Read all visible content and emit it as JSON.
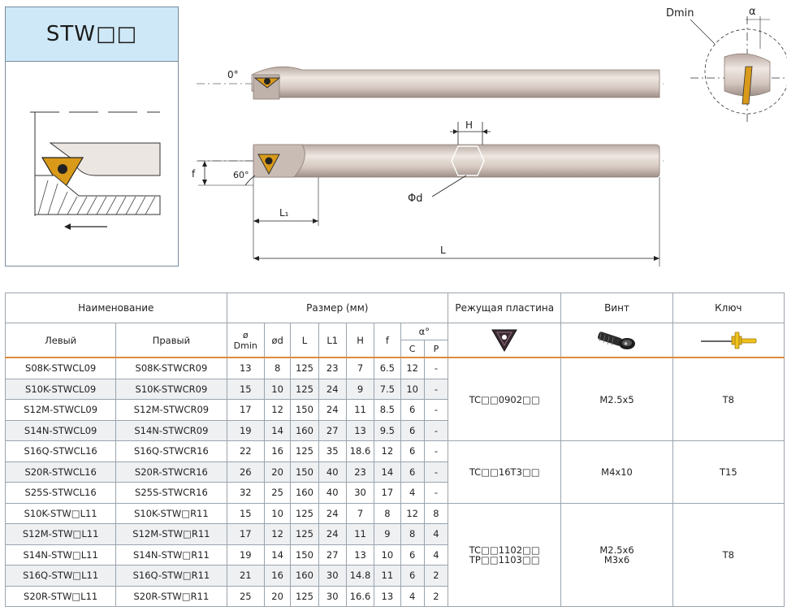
{
  "series": {
    "title": "STW□□"
  },
  "drawing_labels": {
    "angle_0": "0°",
    "angle_60": "60°",
    "dim_f": "f",
    "dim_l1": "L₁",
    "dim_l": "L",
    "dim_h": "H",
    "dim_d": "Φd",
    "dim_dmin": "Dmin",
    "dim_alpha": "α"
  },
  "table": {
    "headers": {
      "name": "Наименование",
      "size": "Размер (мм)",
      "insert": "Режущая пластина",
      "screw": "Винт",
      "key": "Ключ",
      "left": "Левый",
      "right": "Правый",
      "dmin_top": "ø",
      "dmin_bottom": "Dmin",
      "od": "ød",
      "L": "L",
      "L1": "L1",
      "H": "H",
      "f": "f",
      "alpha": "α°",
      "C": "C",
      "P": "P"
    },
    "groups": [
      {
        "insert": "TC□□0902□□",
        "screw": "M2.5x5",
        "key": "T8",
        "rows": [
          {
            "left": "S08K-STWCL09",
            "right": "S08K-STWCR09",
            "dmin": "13",
            "d": "8",
            "L": "125",
            "L1": "23",
            "H": "7",
            "f": "6.5",
            "C": "12",
            "P": "-"
          },
          {
            "left": "S10K-STWCL09",
            "right": "S10K-STWCR09",
            "dmin": "15",
            "d": "10",
            "L": "125",
            "L1": "24",
            "H": "9",
            "f": "7.5",
            "C": "10",
            "P": "-"
          },
          {
            "left": "S12M-STWCL09",
            "right": "S12M-STWCR09",
            "dmin": "17",
            "d": "12",
            "L": "150",
            "L1": "24",
            "H": "11",
            "f": "8.5",
            "C": "6",
            "P": "-"
          },
          {
            "left": "S14N-STWCL09",
            "right": "S14N-STWCR09",
            "dmin": "19",
            "d": "14",
            "L": "160",
            "L1": "27",
            "H": "13",
            "f": "9.5",
            "C": "6",
            "P": "-"
          }
        ]
      },
      {
        "insert": "TC□□16T3□□",
        "screw": "M4x10",
        "key": "T15",
        "rows": [
          {
            "left": "S16Q-STWCL16",
            "right": "S16Q-STWCR16",
            "dmin": "22",
            "d": "16",
            "L": "125",
            "L1": "35",
            "H": "18.6",
            "f": "12",
            "C": "6",
            "P": "-"
          },
          {
            "left": "S20R-STWCL16",
            "right": "S20R-STWCR16",
            "dmin": "26",
            "d": "20",
            "L": "150",
            "L1": "40",
            "H": "23",
            "f": "14",
            "C": "6",
            "P": "-"
          },
          {
            "left": "S25S-STWCL16",
            "right": "S25S-STWCR16",
            "dmin": "32",
            "d": "25",
            "L": "160",
            "L1": "40",
            "H": "30",
            "f": "17",
            "C": "4",
            "P": "-"
          }
        ]
      },
      {
        "insert": "TC□□1102□□",
        "insert2": "TP□□1103□□",
        "screw": "M2.5x6",
        "screw2": "M3x6",
        "key": "T8",
        "rows": [
          {
            "left": "S10K-STW□L11",
            "right": "S10K-STW□R11",
            "dmin": "15",
            "d": "10",
            "L": "125",
            "L1": "24",
            "H": "7",
            "f": "8",
            "C": "12",
            "P": "8"
          },
          {
            "left": "S12M-STW□L11",
            "right": "S12M-STW□R11",
            "dmin": "17",
            "d": "12",
            "L": "125",
            "L1": "24",
            "H": "11",
            "f": "9",
            "C": "8",
            "P": "4"
          },
          {
            "left": "S14N-STW□L11",
            "right": "S14N-STW□R11",
            "dmin": "19",
            "d": "14",
            "L": "150",
            "L1": "27",
            "H": "13",
            "f": "10",
            "C": "6",
            "P": "4"
          },
          {
            "left": "S16Q-STW□L11",
            "right": "S16Q-STW□R11",
            "dmin": "21",
            "d": "16",
            "L": "160",
            "L1": "30",
            "H": "14.8",
            "f": "11",
            "C": "6",
            "P": "2"
          },
          {
            "left": "S20R-STW□L11",
            "right": "S20R-STW□R11",
            "dmin": "25",
            "d": "20",
            "L": "125",
            "L1": "30",
            "H": "16.6",
            "f": "13",
            "C": "4",
            "P": "2"
          }
        ]
      }
    ]
  },
  "icons": {
    "insert_icon": "triangle-insert-icon",
    "screw_icon": "torx-screw-icon",
    "key_icon": "torx-key-icon"
  }
}
